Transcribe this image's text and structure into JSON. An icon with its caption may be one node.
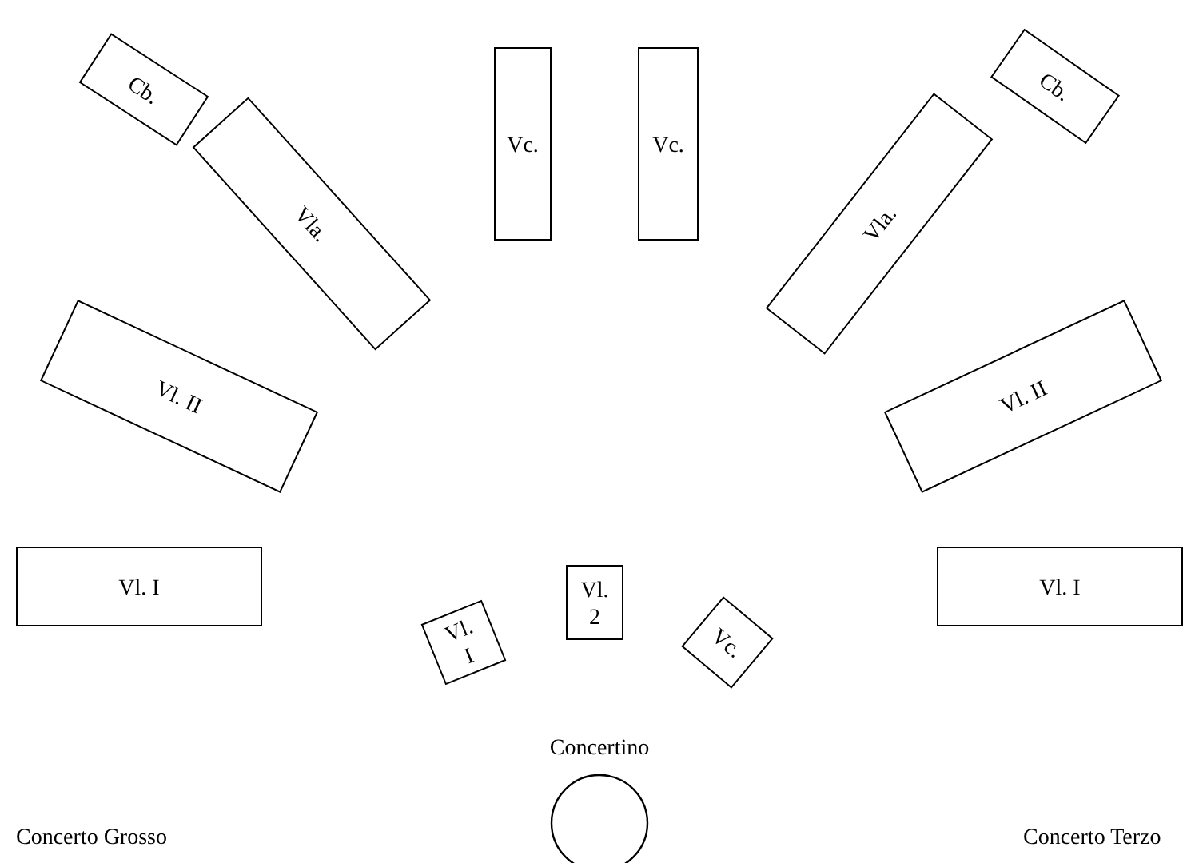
{
  "diagram": {
    "nodes": [
      {
        "text": [
          "Cb."
        ]
      },
      {
        "text": [
          "Vc."
        ]
      },
      {
        "text": [
          "Vc."
        ]
      },
      {
        "text": [
          "Cb."
        ]
      },
      {
        "text": [
          "Vla."
        ]
      },
      {
        "text": [
          "Vla."
        ]
      },
      {
        "text": [
          "Vl. II"
        ]
      },
      {
        "text": [
          "Vl. II"
        ]
      },
      {
        "text": [
          "Vl. I"
        ]
      },
      {
        "text": [
          "Vl. 2"
        ]
      },
      {
        "text": [
          "Vl. I"
        ]
      },
      {
        "text": [
          "Vl. I"
        ]
      },
      {
        "text": [
          "Vc."
        ]
      },
      {
        "text": [
          "Concertino"
        ]
      }
    ],
    "edges": [],
    "labels": [
      "Concerto Grosso",
      "Concerto Terzo"
    ]
  }
}
